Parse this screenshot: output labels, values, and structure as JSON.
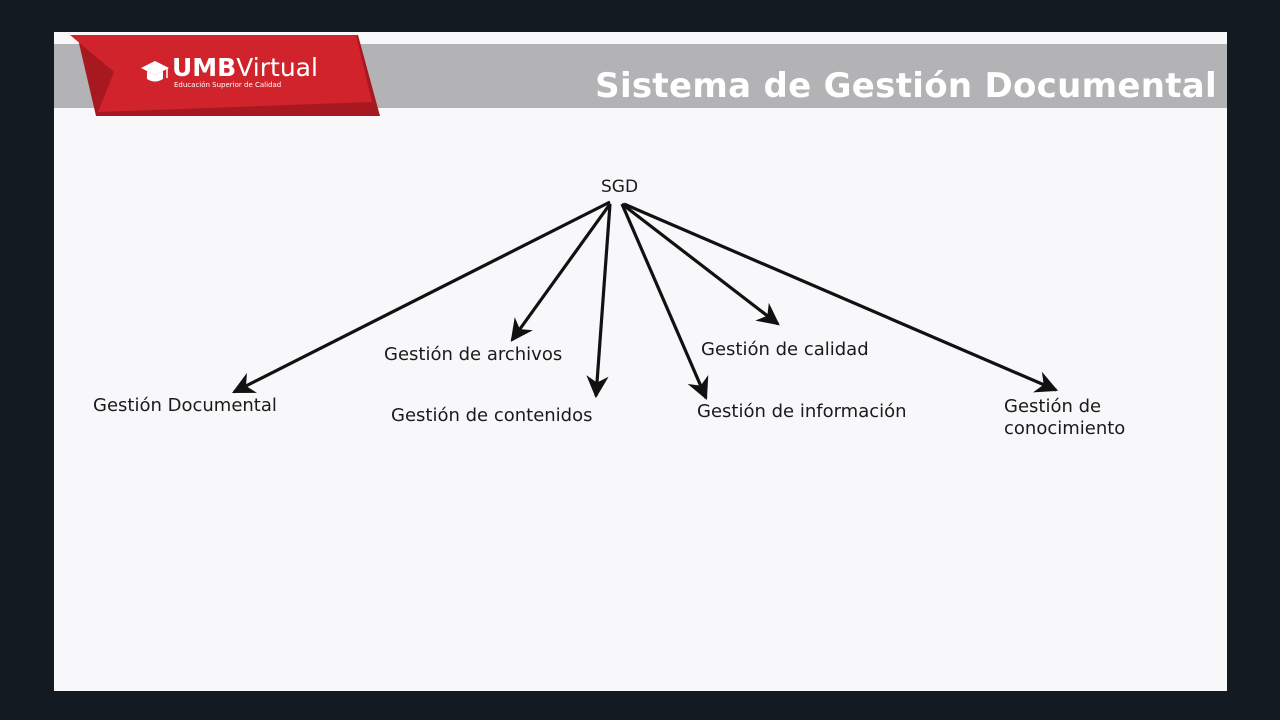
{
  "header": {
    "title": "Sistema de Gestión Documental",
    "band_color": "#b3b3b5",
    "title_color": "#ffffff"
  },
  "logo": {
    "brand_bold": "UMB",
    "brand_light": "Virtual",
    "tagline": "Educación Superior de Calidad",
    "icon": "graduation-cap-icon",
    "ribbon_color": "#d0232b"
  },
  "diagram": {
    "root": "SGD",
    "children": [
      "Gestión Documental",
      "Gestión de archivos",
      "Gestión de contenidos",
      "Gestión de información",
      "Gestión de calidad",
      "Gestión de conocimiento"
    ],
    "children_lines": {
      "conocimiento_line1": "Gestión de",
      "conocimiento_line2": "conocimiento"
    },
    "arrow_color": "#111111"
  }
}
